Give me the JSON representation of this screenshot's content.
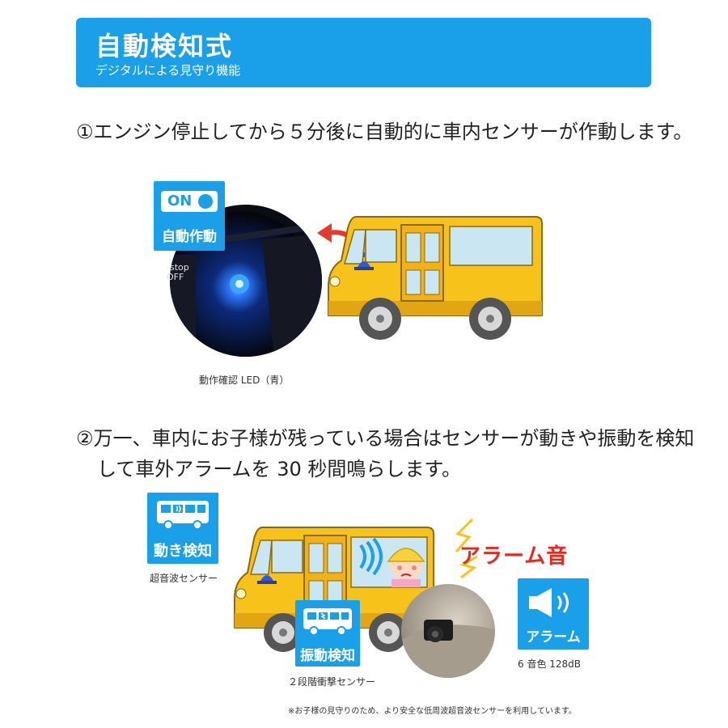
{
  "header": {
    "title": "自動検知式",
    "subtitle": "デジタルによる見守り機能"
  },
  "step1": {
    "text": "①エンジン停止してから５分後に自動的に車内センサーが作動します。",
    "badge_on": "ON",
    "badge_label": "自動作動",
    "button_text_line1": "-stop",
    "button_text_line2": "OFF",
    "led_caption": "動作確認 LED（青）"
  },
  "step2": {
    "text_line1": "②万一、車内にお子様が残っている場合はセンサーが動きや振動を検知",
    "text_line2": "して車外アラームを 30 秒間鳴らします。",
    "badge_motion_label": "動き検知",
    "motion_caption": "超音波センサー",
    "badge_vibration_label": "振動検知",
    "vibration_caption": "２段階衝撃センサー",
    "alarm_sound_text": "アラーム音",
    "badge_alarm_label": "アラーム",
    "alarm_caption": "6 音色 128dB"
  },
  "footnote": "※お子様の見守りのため、より安全な低周波超音波センサーを利用しています。",
  "colors": {
    "accent_blue": "#1aa0e8",
    "bus_yellow": "#f7c21a",
    "alarm_red": "#e8281e",
    "arrow_red": "#e8382b"
  },
  "icons": {
    "bus": "bus-icon",
    "speaker": "speaker-icon",
    "lightning": "lightning-icon",
    "arrow": "curved-arrow-icon"
  }
}
